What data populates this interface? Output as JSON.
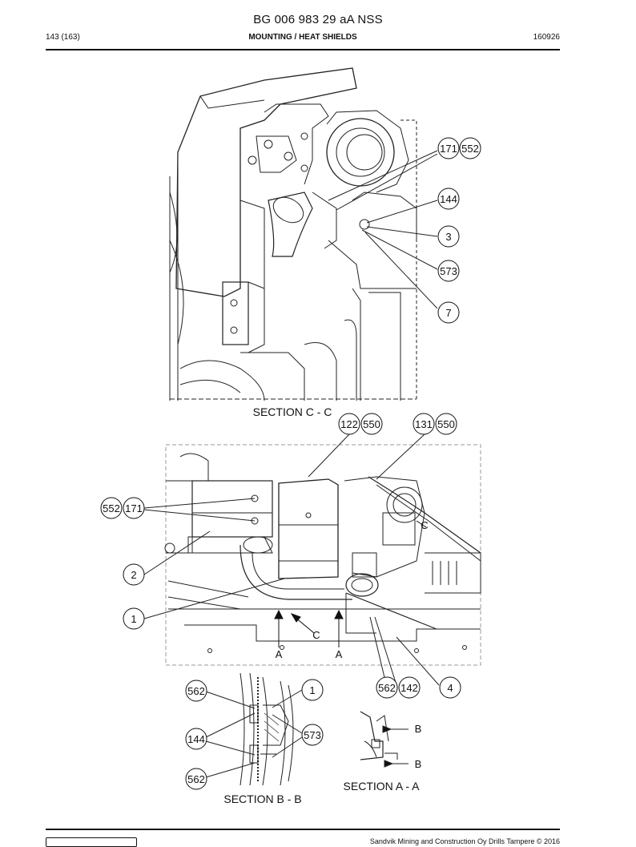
{
  "header": {
    "doc_code": "BG 006 983 29 aA NSS",
    "page": "143 (163)",
    "section_title": "MOUNTING / HEAT SHIELDS",
    "date_code": "160926"
  },
  "figure1": {
    "section_label": "SECTION C - C",
    "callouts": [
      "171",
      "552",
      "144",
      "3",
      "573",
      "7"
    ]
  },
  "figure2": {
    "callouts": [
      "122",
      "550",
      "131",
      "550",
      "552",
      "171",
      "2",
      "1",
      "562",
      "142",
      "4"
    ],
    "view_marks": [
      "C",
      "C",
      "A",
      "A"
    ]
  },
  "figure3": {
    "section_label": "SECTION B - B",
    "callouts": [
      "562",
      "1",
      "144",
      "573",
      "562"
    ]
  },
  "figure4": {
    "section_label": "SECTION A - A",
    "view_marks": [
      "B",
      "B"
    ]
  },
  "footer": {
    "copyright": "Sandvik Mining and Construction Oy Drills Tampere © 2016"
  }
}
